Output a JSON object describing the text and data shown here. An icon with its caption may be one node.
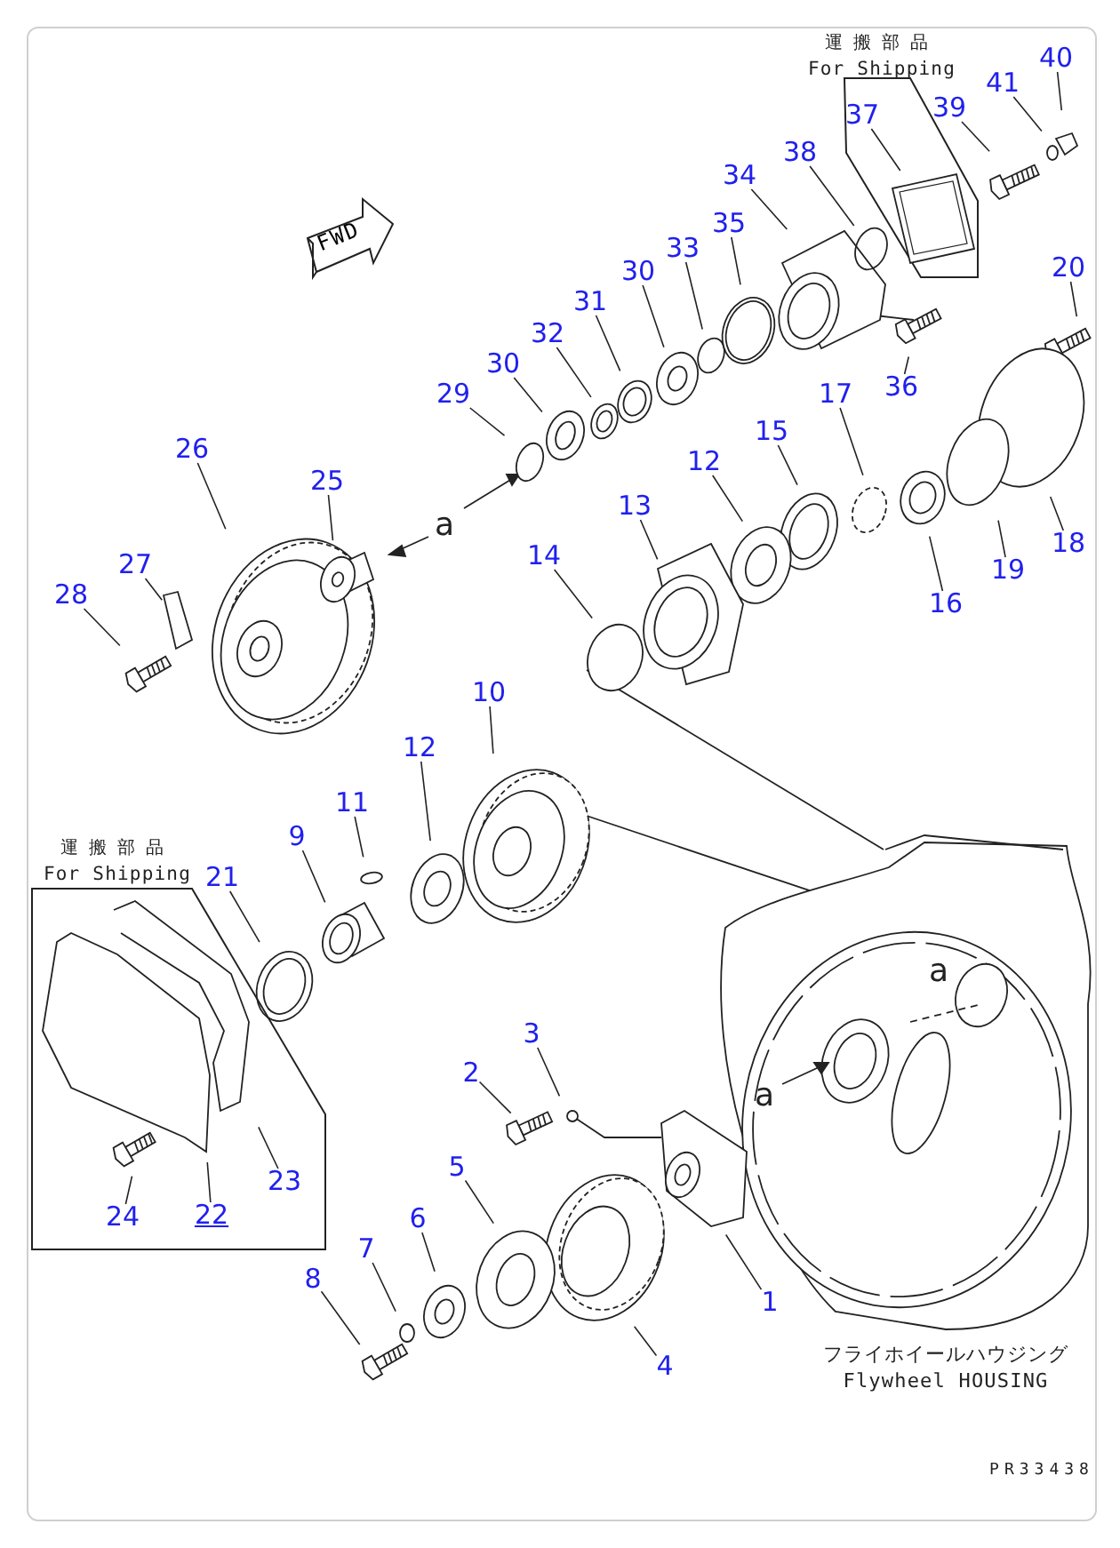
{
  "diagram": {
    "nodes": [
      {
        "text": [
          "FWD"
        ]
      },
      {
        "text": [
          "運搬部品",
          "For Shipping"
        ]
      },
      {
        "text": [
          "40"
        ]
      },
      {
        "text": [
          "41"
        ]
      },
      {
        "text": [
          "39"
        ]
      },
      {
        "text": [
          "37"
        ],
        "in": 1
      },
      {
        "text": [
          "38"
        ]
      },
      {
        "text": [
          "34"
        ]
      },
      {
        "text": [
          "35"
        ]
      },
      {
        "text": [
          "33"
        ]
      },
      {
        "text": [
          "30"
        ]
      },
      {
        "text": [
          "20"
        ]
      },
      {
        "text": [
          "31"
        ]
      },
      {
        "text": [
          "32"
        ]
      },
      {
        "text": [
          "30"
        ]
      },
      {
        "text": [
          "29"
        ]
      },
      {
        "text": [
          "36"
        ]
      },
      {
        "text": [
          "17"
        ]
      },
      {
        "text": [
          "15"
        ]
      },
      {
        "text": [
          "26"
        ]
      },
      {
        "text": [
          "12"
        ]
      },
      {
        "text": [
          "25"
        ]
      },
      {
        "text": [
          "13"
        ]
      },
      {
        "text": [
          "18"
        ]
      },
      {
        "text": [
          "19"
        ]
      },
      {
        "text": [
          "16"
        ]
      },
      {
        "text": [
          "14"
        ]
      },
      {
        "text": [
          "27"
        ]
      },
      {
        "text": [
          "28"
        ]
      },
      {
        "text": [
          "10"
        ]
      },
      {
        "text": [
          "12"
        ]
      },
      {
        "text": [
          "11"
        ]
      },
      {
        "text": [
          "9"
        ]
      },
      {
        "text": [
          "運搬部品",
          "For Shipping"
        ]
      },
      {
        "text": [
          "21"
        ]
      },
      {
        "text": [
          "3"
        ]
      },
      {
        "text": [
          "2"
        ]
      },
      {
        "text": [
          "5"
        ]
      },
      {
        "text": [
          "23"
        ],
        "in": 33
      },
      {
        "text": [
          "6"
        ]
      },
      {
        "text": [
          "24"
        ],
        "in": 33
      },
      {
        "text": [
          "22"
        ],
        "in": 33
      },
      {
        "text": [
          "7"
        ]
      },
      {
        "text": [
          "1"
        ]
      },
      {
        "text": [
          "8"
        ]
      },
      {
        "text": [
          "4"
        ]
      },
      {
        "text": [],
        "shape": "picture",
        "in": 1
      },
      {
        "text": [],
        "shape": "circle"
      }
    ],
    "edges": [
      {
        "from": 2,
        "to": null,
        "arrow": "none"
      },
      {
        "from": 3,
        "to": null,
        "arrow": "none"
      },
      {
        "from": 4,
        "to": null,
        "arrow": "none"
      },
      {
        "from": 5,
        "to": 46,
        "arrow": "none"
      },
      {
        "from": 6,
        "to": 47,
        "arrow": "none"
      },
      {
        "from": 7,
        "to": null,
        "arrow": "none"
      },
      {
        "from": 8,
        "to": null,
        "arrow": "none"
      },
      {
        "from": 9,
        "to": null,
        "arrow": "none"
      },
      {
        "from": 10,
        "to": null,
        "arrow": "none"
      },
      {
        "from": 11,
        "to": null,
        "arrow": "none"
      },
      {
        "from": 12,
        "to": null,
        "arrow": "none"
      },
      {
        "from": 13,
        "to": null,
        "arrow": "none"
      },
      {
        "from": 14,
        "to": null,
        "arrow": "none"
      },
      {
        "from": 15,
        "to": null,
        "arrow": "none"
      },
      {
        "from": 16,
        "to": null,
        "arrow": "none"
      },
      {
        "from": 17,
        "to": null,
        "arrow": "none"
      },
      {
        "from": 18,
        "to": null,
        "arrow": "none"
      },
      {
        "from": 19,
        "to": null,
        "arrow": "none"
      },
      {
        "from": 20,
        "to": null,
        "arrow": "none"
      },
      {
        "from": 21,
        "to": null,
        "arrow": "none"
      },
      {
        "from": 22,
        "to": null,
        "arrow": "none"
      },
      {
        "from": 23,
        "to": null,
        "arrow": "none"
      },
      {
        "from": 24,
        "to": null,
        "arrow": "none"
      },
      {
        "from": 25,
        "to": null,
        "arrow": "none"
      },
      {
        "from": 26,
        "to": null,
        "arrow": "none"
      },
      {
        "from": 27,
        "to": null,
        "arrow": "none"
      },
      {
        "from": 28,
        "to": null,
        "arrow": "none"
      },
      {
        "from": 29,
        "to": null,
        "arrow": "none"
      },
      {
        "from": 30,
        "to": null,
        "arrow": "none"
      },
      {
        "from": 31,
        "to": null,
        "arrow": "none"
      },
      {
        "from": 32,
        "to": null,
        "arrow": "none"
      },
      {
        "from": 34,
        "to": null,
        "arrow": "none"
      },
      {
        "from": 35,
        "to": null,
        "arrow": "none"
      },
      {
        "from": 36,
        "to": null,
        "arrow": "none"
      },
      {
        "from": 37,
        "to": null,
        "arrow": "none"
      },
      {
        "from": 38,
        "to": null,
        "arrow": "none"
      },
      {
        "from": 39,
        "to": null,
        "arrow": "none"
      },
      {
        "from": 40,
        "to": null,
        "arrow": "none"
      },
      {
        "from": 41,
        "to": null,
        "arrow": "none"
      },
      {
        "from": 42,
        "to": null,
        "arrow": "none"
      },
      {
        "from": 43,
        "to": null,
        "arrow": "none"
      },
      {
        "from": 44,
        "to": null,
        "arrow": "none"
      },
      {
        "from": 45,
        "to": null,
        "arrow": "none"
      }
    ],
    "labels": [
      "a",
      "a",
      "a",
      "フライホイールハウジング",
      "Flywheel HOUSING",
      "PR33438"
    ]
  }
}
